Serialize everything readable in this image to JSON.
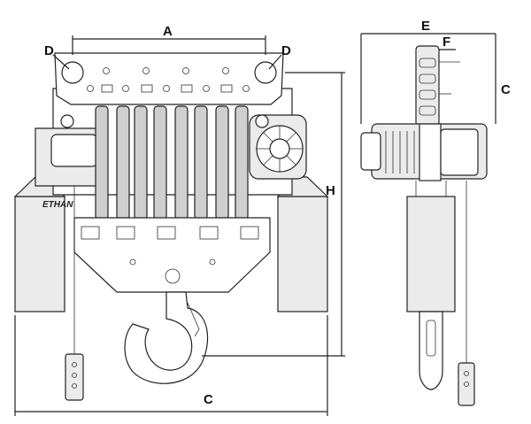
{
  "labels": {
    "a": "A",
    "c_bottom": "C",
    "c_side": "C",
    "d_left": "D",
    "d_right": "D",
    "e": "E",
    "f": "F",
    "h": "H"
  },
  "brand": "ETHAN",
  "colors": {
    "line": "#222222",
    "fill": "#ebebeb",
    "shade": "#cfcfcf"
  }
}
